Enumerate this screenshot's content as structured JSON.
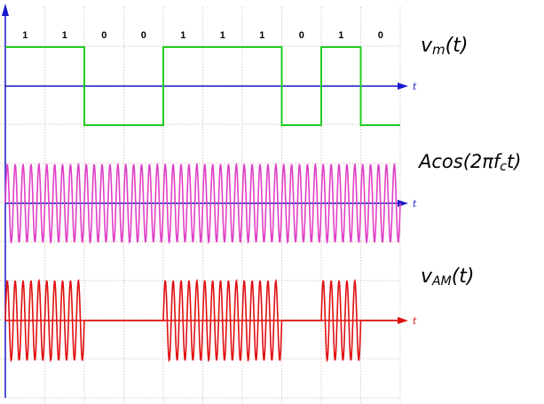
{
  "bits": [
    "1",
    "1",
    "0",
    "0",
    "1",
    "1",
    "1",
    "0",
    "1",
    "0"
  ],
  "labels": {
    "message": {
      "main": "v",
      "sub": "m",
      "tail": "(t)"
    },
    "carrier": {
      "main": "Acos(2πf",
      "sub": "c",
      "tail": "t)"
    },
    "modulated": {
      "main": "v",
      "sub": "AM",
      "tail": "(t)"
    }
  },
  "axis_label": "t",
  "cycles_per_bit": 5,
  "colors": {
    "message": "#22cc22",
    "carrier": "#e040c8",
    "modulated": "#e01010",
    "axis_blue": "#1a1acc",
    "axis_red": "#e01010",
    "grid": "#c4a0a0"
  }
}
